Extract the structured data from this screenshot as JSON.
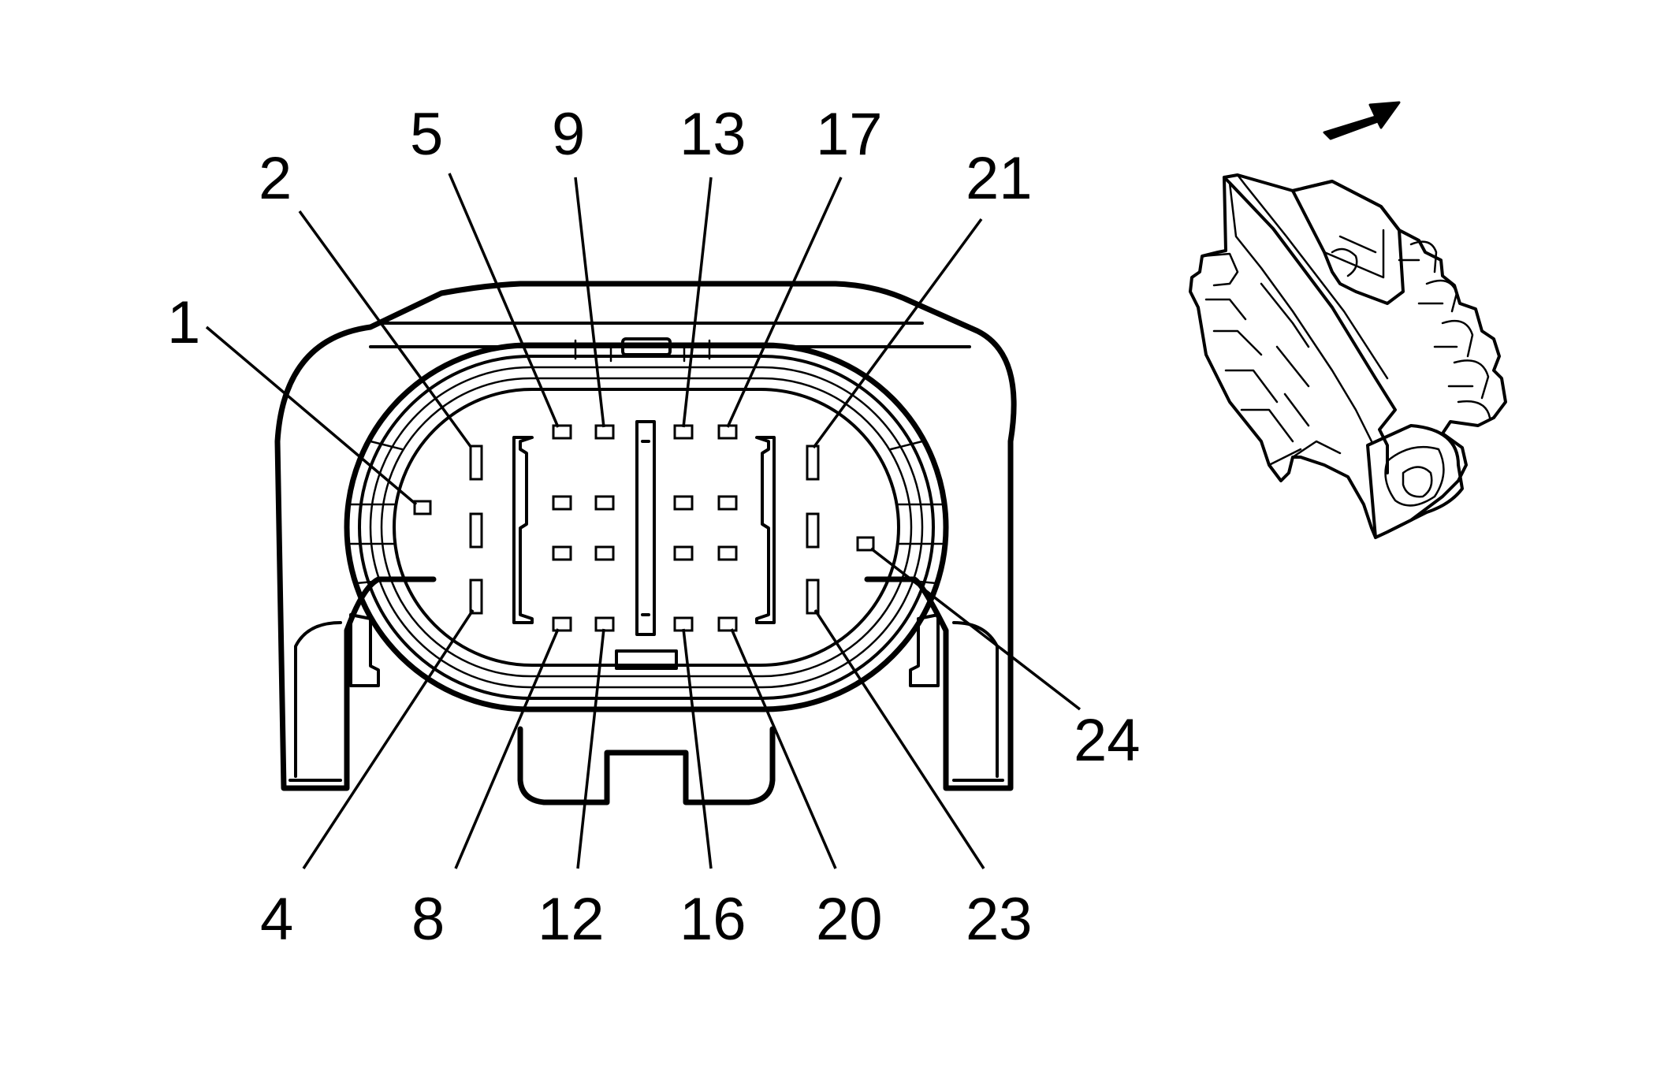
{
  "diagram": {
    "pin_labels": {
      "p1": "1",
      "p2": "2",
      "p4": "4",
      "p5": "5",
      "p8": "8",
      "p9": "9",
      "p12": "12",
      "p13": "13",
      "p16": "16",
      "p17": "17",
      "p20": "20",
      "p21": "21",
      "p23": "23",
      "p24": "24"
    },
    "colors": {
      "line": "#000000",
      "background": "#ffffff"
    },
    "icons": {
      "direction": "view-direction-arrow-icon"
    }
  }
}
